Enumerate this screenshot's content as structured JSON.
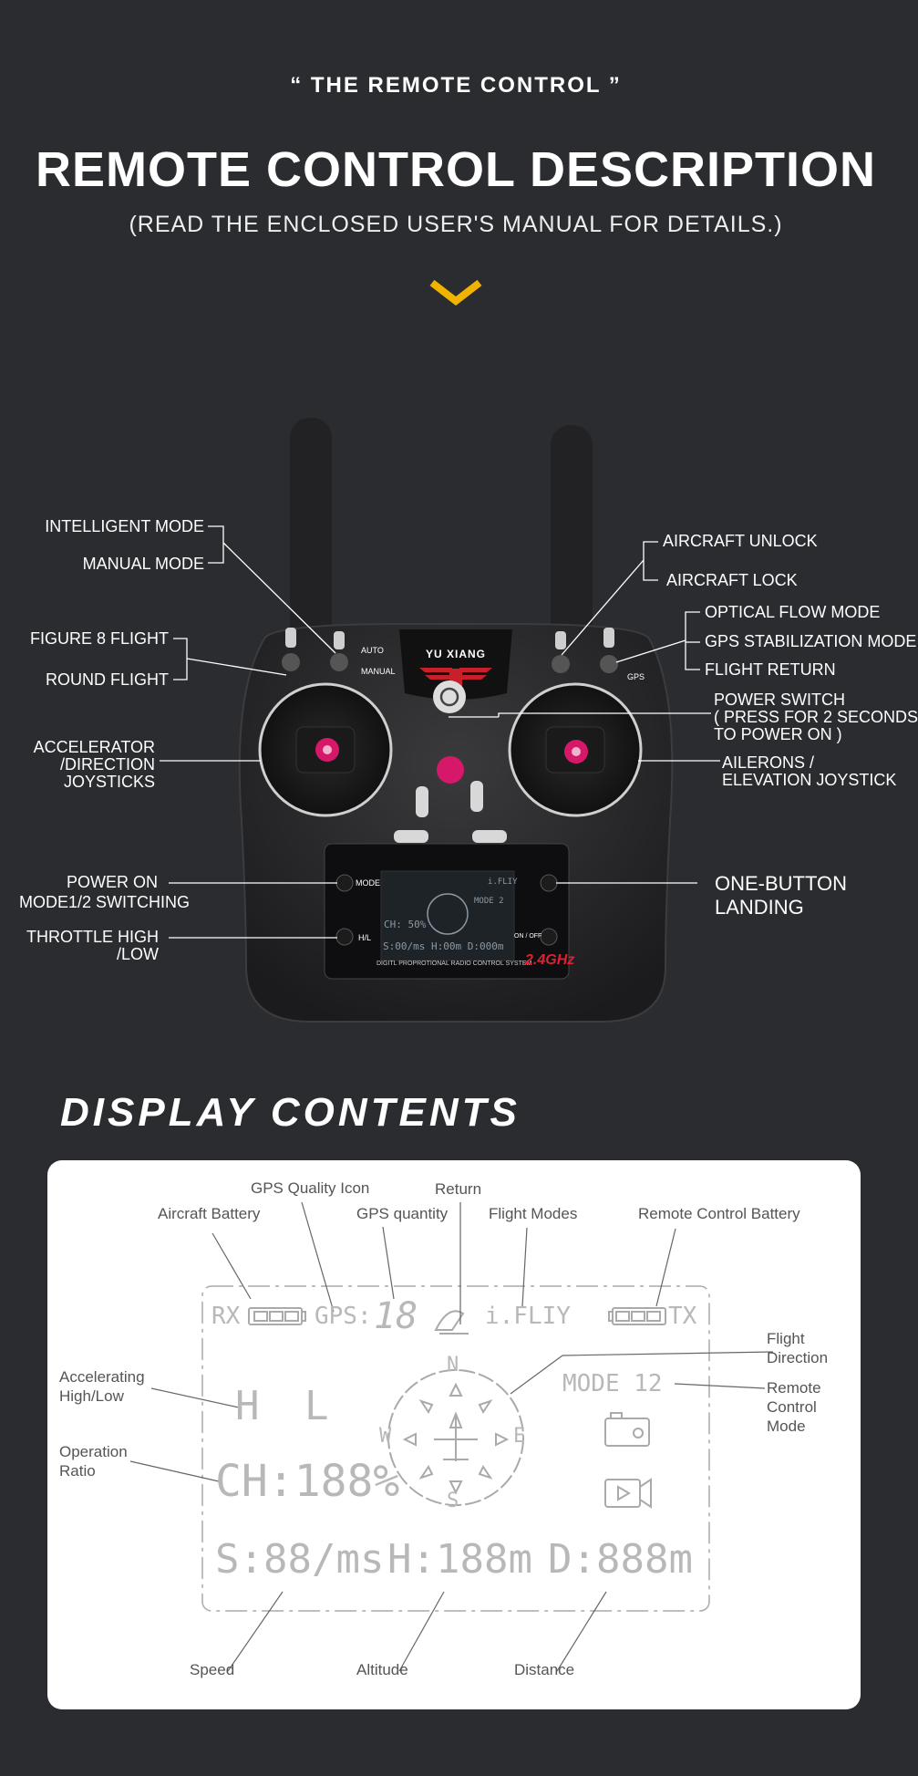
{
  "header": {
    "kicker": "“ THE REMOTE CONTROL ”",
    "title": "REMOTE CONTROL DESCRIPTION",
    "subtitle": "(READ THE ENCLOSED USER'S MANUAL FOR DETAILS.)"
  },
  "remote": {
    "brand": "YU XIANG",
    "switch_auto": "AUTO",
    "switch_manual": "MANUAL",
    "switch_gps": "GPS",
    "btn_mode": "MODE",
    "btn_hl": "H/L",
    "btn_on": "ON / OFF",
    "footer_text": "DIGITL PROPROTIONAL RADIO CONTROL SYSTEM",
    "band": "2.4GHz",
    "lcd": {
      "top": "i.FLIY",
      "mode": "MODE 2",
      "ch": "CH: 50%",
      "bottom": "S:00/ms H:00m D:000m"
    }
  },
  "callouts": {
    "intelligent_mode": "INTELLIGENT MODE",
    "manual_mode": "MANUAL MODE",
    "figure8": "FIGURE 8 FLIGHT",
    "round": "ROUND FLIGHT",
    "accel": [
      "ACCELERATOR",
      "/DIRECTION",
      "JOYSTICKS"
    ],
    "power_on": "POWER ON",
    "mode_switch": "MODE1/2 SWITCHING",
    "throttle": [
      "THROTTLE HIGH",
      "/LOW"
    ],
    "unlock": "AIRCRAFT UNLOCK",
    "lock": "AIRCRAFT LOCK",
    "optical": "OPTICAL FLOW MODE",
    "gps_stab": "GPS STABILIZATION MODE",
    "flight_return": "FLIGHT RETURN",
    "power_switch": [
      "POWER SWITCH",
      " ( PRESS FOR 2 SECONDS",
      "TO POWER ON )"
    ],
    "ailerons": [
      "AILERONS /",
      "ELEVATION JOYSTICK"
    ],
    "landing": [
      "ONE-BUTTON",
      "LANDING"
    ]
  },
  "display": {
    "title": "DISPLAY CONTENTS",
    "labels": {
      "gps_quality": "GPS Quality Icon",
      "return": "Return",
      "aircraft_battery": "Aircraft Battery",
      "gps_quantity": "GPS quantity",
      "flight_modes": "Flight Modes",
      "rc_battery": "Remote Control Battery",
      "flight_direction": [
        "Flight",
        "Direction"
      ],
      "rc_mode": [
        "Remote",
        "Control",
        "Mode"
      ],
      "accelerating": [
        "Accelerating",
        "High/Low"
      ],
      "operation": [
        "Operation",
        "Ratio"
      ],
      "speed": "Speed",
      "altitude": "Altitude",
      "distance": "Distance"
    },
    "screen": {
      "rx": "RX",
      "gps": "GPS:",
      "gps_num": "18",
      "mode_name": "i.FLIY",
      "tx": "TX",
      "mode": "MODE 12",
      "h": "H",
      "l": "L",
      "ch": "CH:188%",
      "speed": "S:88/ms",
      "height": "H:188m",
      "dist": "D:888m",
      "n": "N",
      "s": "S",
      "e": "E",
      "w": "W"
    }
  },
  "colors": {
    "background": "#2b2c30",
    "accent": "#f0b400",
    "stick": "#d6186a"
  }
}
